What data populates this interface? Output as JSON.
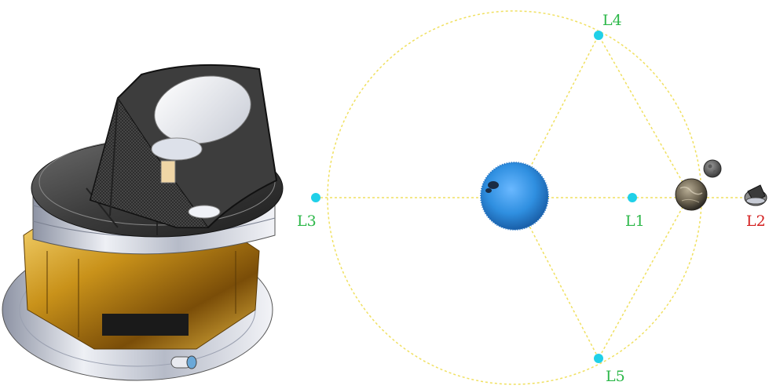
{
  "colors": {
    "orbit_dashes": "#f0e060",
    "lagrange_point": "#20d0e8",
    "label_green": "#2db84a",
    "label_red": "#d42020",
    "sun_blue": "#2f8fe0",
    "gold_foil": "#c9921a",
    "silver": "#d8dbe2",
    "dark_baffle": "#3a3a3a"
  },
  "points": {
    "l1": {
      "label": "L1",
      "color": "#2db84a"
    },
    "l2": {
      "label": "L2",
      "color": "#d42020"
    },
    "l3": {
      "label": "L3",
      "color": "#2db84a"
    },
    "l4": {
      "label": "L4",
      "color": "#2db84a"
    },
    "l5": {
      "label": "L5",
      "color": "#2db84a"
    }
  },
  "bodies": {
    "central": "sun",
    "planet": "earth",
    "moon": "moon",
    "spacecraft_at_l2": "space-telescope"
  }
}
